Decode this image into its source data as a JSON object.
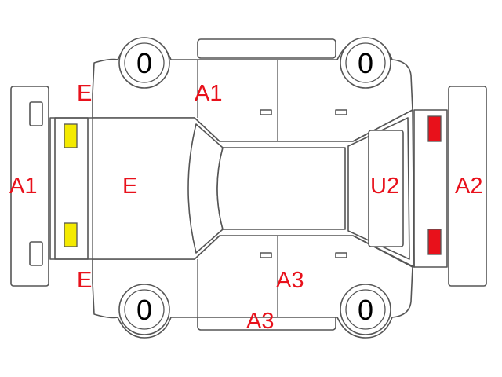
{
  "tire_labels": {
    "front_left": "0",
    "rear_left": "0",
    "front_right": "0",
    "rear_right": "0"
  },
  "damage_codes": {
    "front_bumper": "A1",
    "front_left_fender_top": "E",
    "left_front_door": "A1",
    "hood": "E",
    "front_right_fender": "E",
    "right_rear_door": "A3",
    "right_rocker": "A3",
    "rear_glass": "U2",
    "rear_bumper": "A2"
  },
  "colors": {
    "code_text": "#e8111b",
    "outline": "#555555",
    "headlight_marker": "#f4ea00",
    "taillight_marker": "#e8111b",
    "tire_number": "#000000"
  }
}
